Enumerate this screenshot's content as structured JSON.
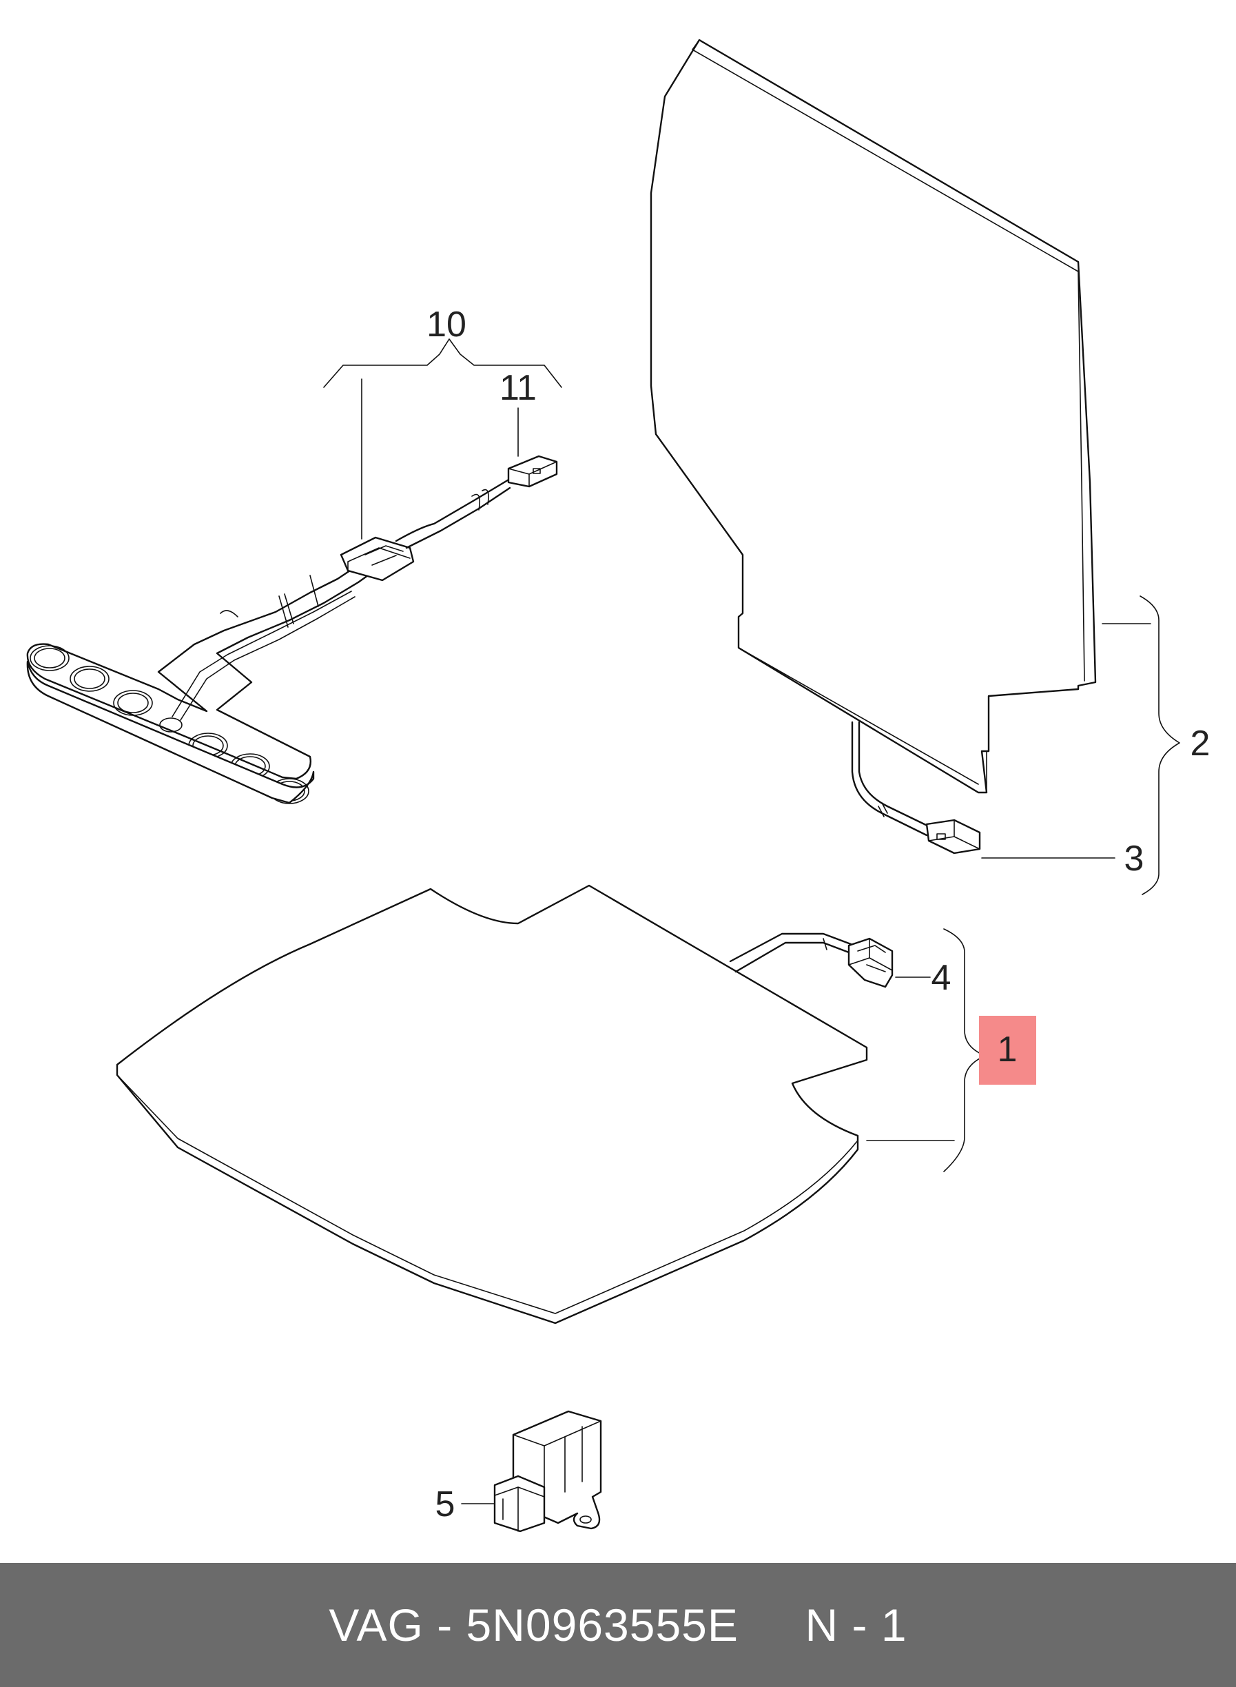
{
  "callouts": {
    "c1": "1",
    "c2": "2",
    "c3": "3",
    "c4": "4",
    "c5": "5",
    "c10": "10",
    "c11": "11"
  },
  "highlight": {
    "callout": "1",
    "color": "#f58a8a"
  },
  "footer": {
    "text": "VAG - 5N0963555E     N - 1",
    "background": "#6b6b6b",
    "color": "#ffffff"
  }
}
